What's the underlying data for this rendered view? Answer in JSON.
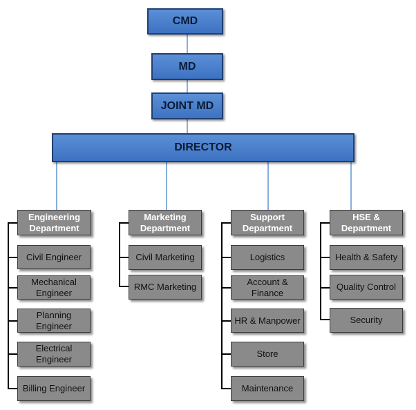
{
  "top": {
    "cmd": "CMD",
    "md": "MD",
    "joint_md": "JOINT MD",
    "director": "DIRECTOR"
  },
  "departments": {
    "engineering": {
      "title": "Engineering Department",
      "items": [
        "Civil Engineer",
        "Mechanical Engineer",
        "Planning Engineer",
        "Electrical Engineer",
        "Billing Engineer"
      ]
    },
    "marketing": {
      "title": "Marketing Department",
      "items": [
        "Civil Marketing",
        "RMC Marketing"
      ]
    },
    "support": {
      "title": "Support Department",
      "items": [
        "Logistics",
        "Account & Finance",
        "HR & Manpower",
        "Store",
        "Maintenance"
      ]
    },
    "hse": {
      "title": "HSE & Department",
      "items": [
        "Health & Safety",
        "Quality Control",
        "Security"
      ]
    }
  }
}
